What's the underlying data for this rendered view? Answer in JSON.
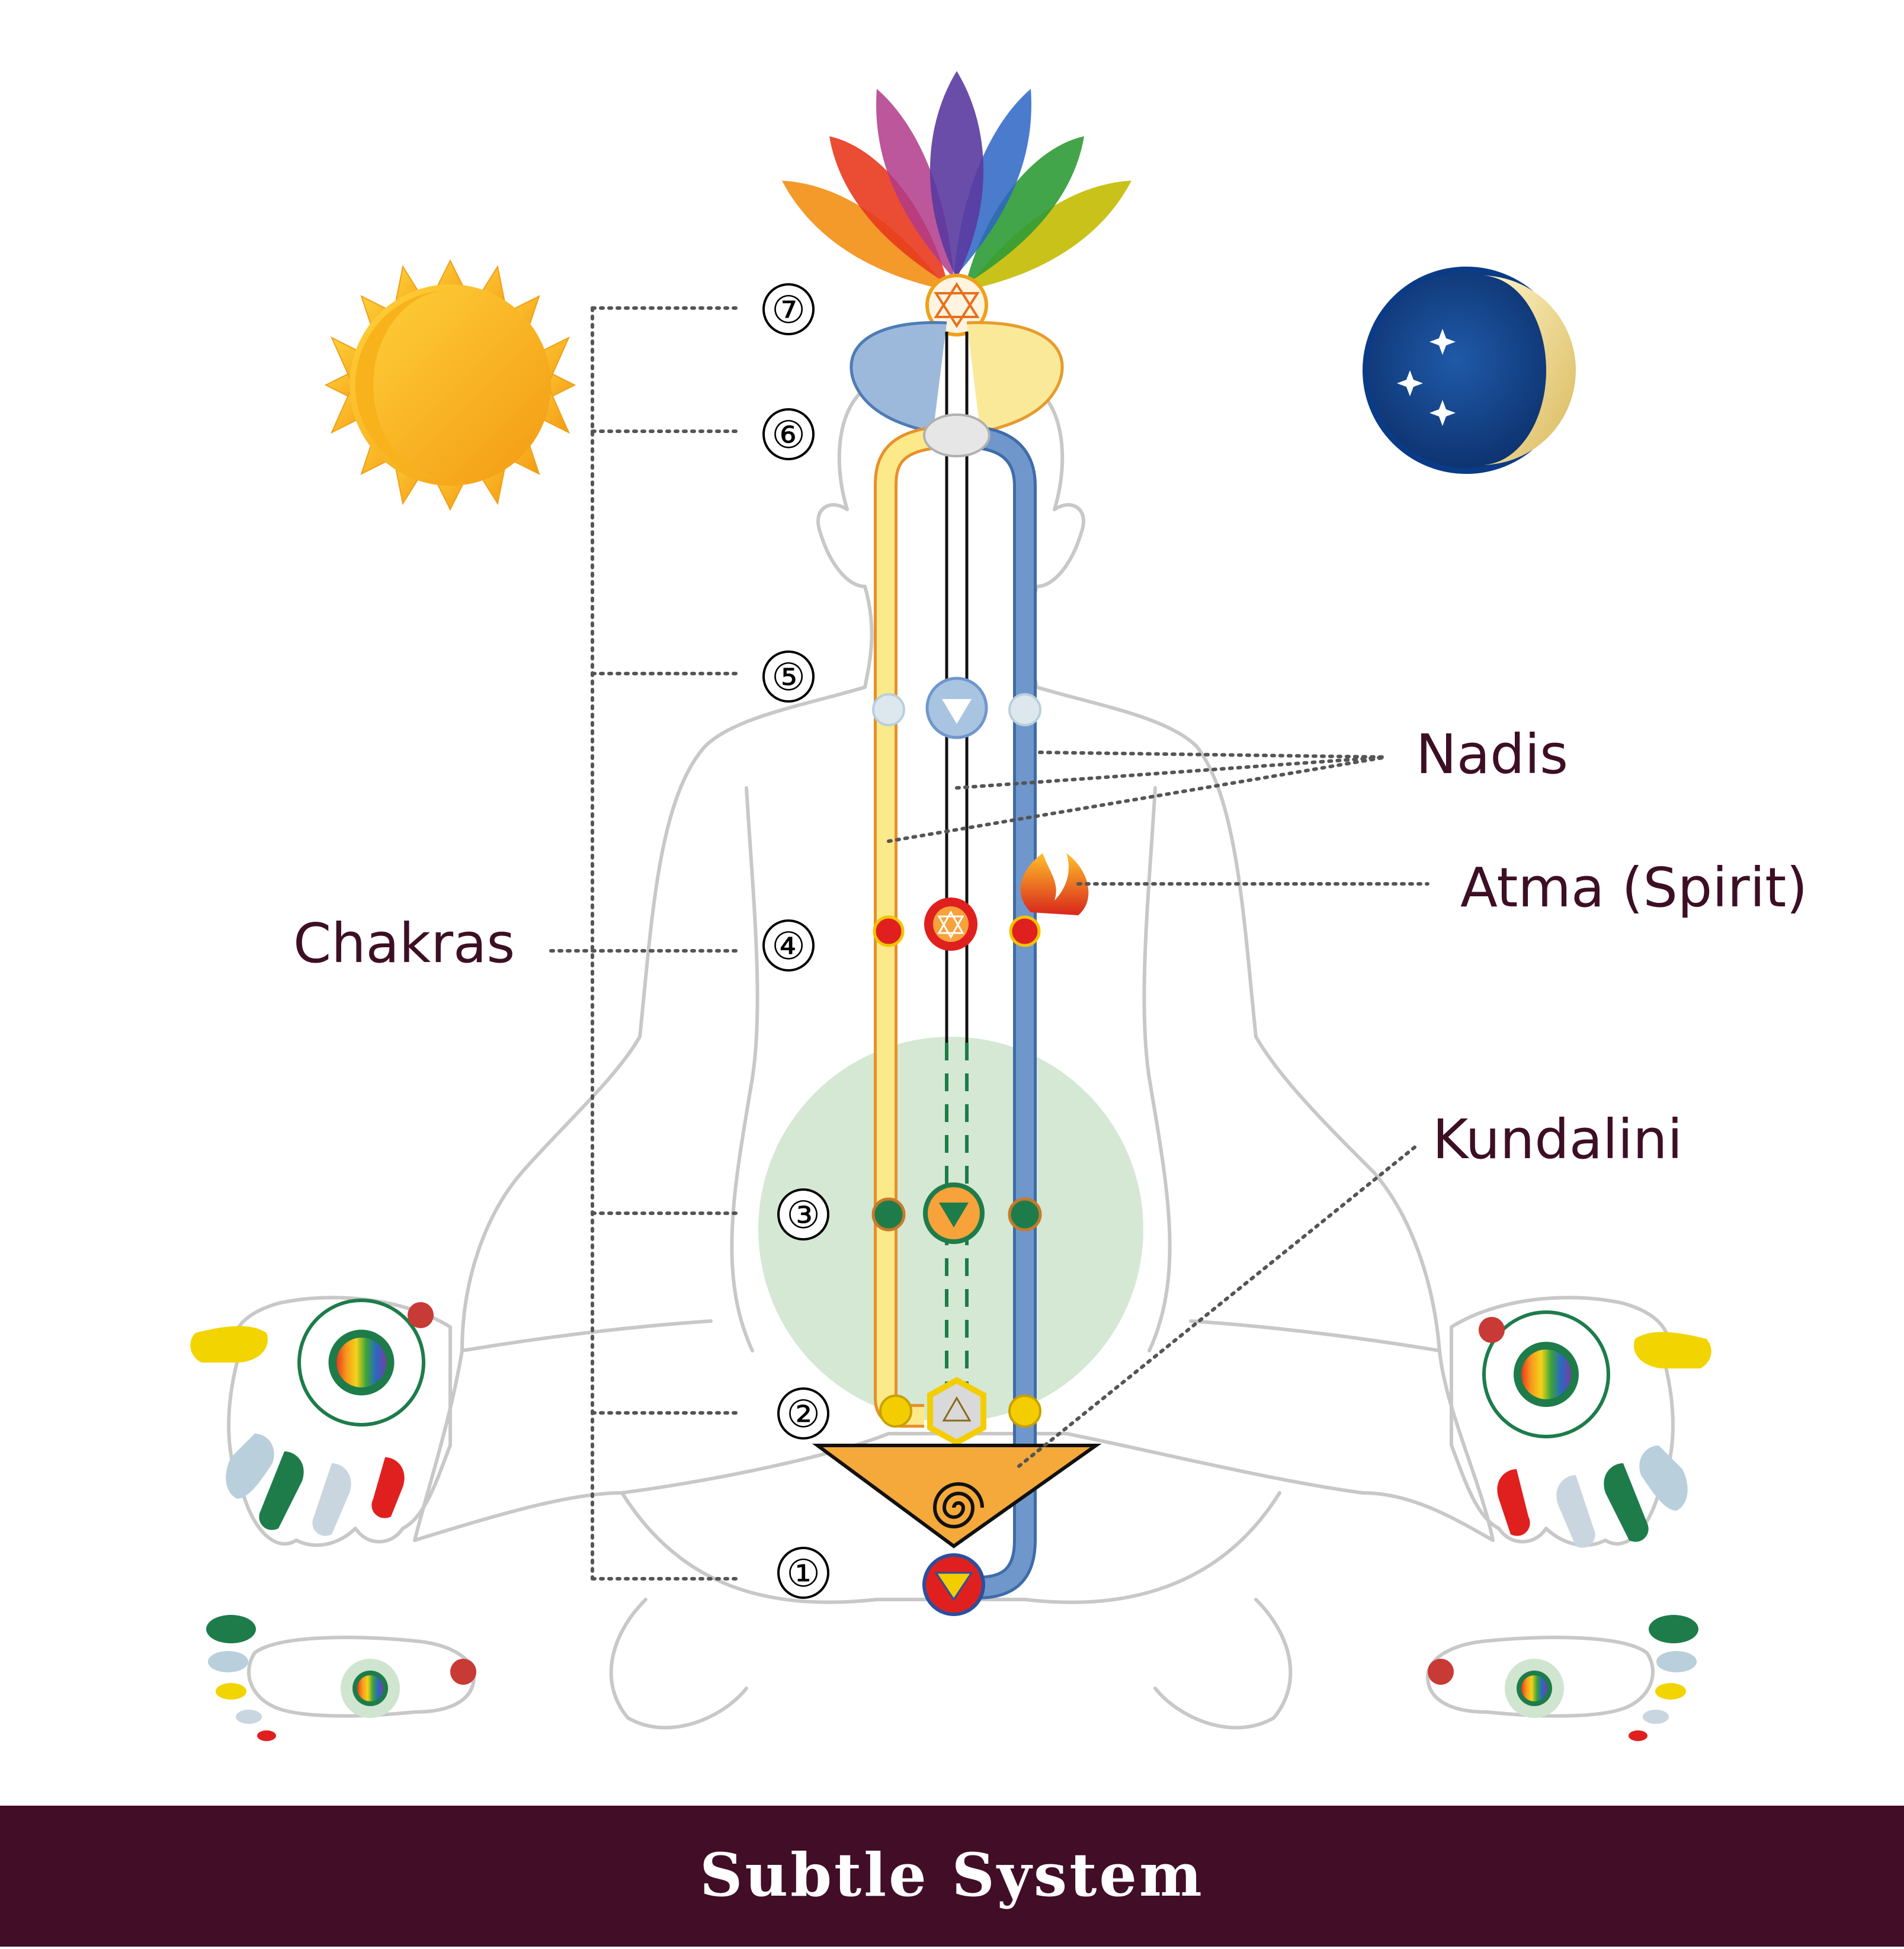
{
  "labels": {
    "chakras": "Chakras",
    "nadis": "Nadis",
    "atma": "Atma (Spirit)",
    "kundalini": "Kundalini"
  },
  "chakra_numbers": [
    "①",
    "②",
    "③",
    "④",
    "⑤",
    "⑥",
    "⑦"
  ],
  "footer": {
    "title": "Subtle System"
  },
  "colors": {
    "footer_bg": "#420d27",
    "label_text": "#3d0f24",
    "left_channel": "#f6e58a",
    "right_channel": "#5b87c0",
    "void": "#cfe5cf",
    "kundalini_triangle": "#f4a93a"
  }
}
